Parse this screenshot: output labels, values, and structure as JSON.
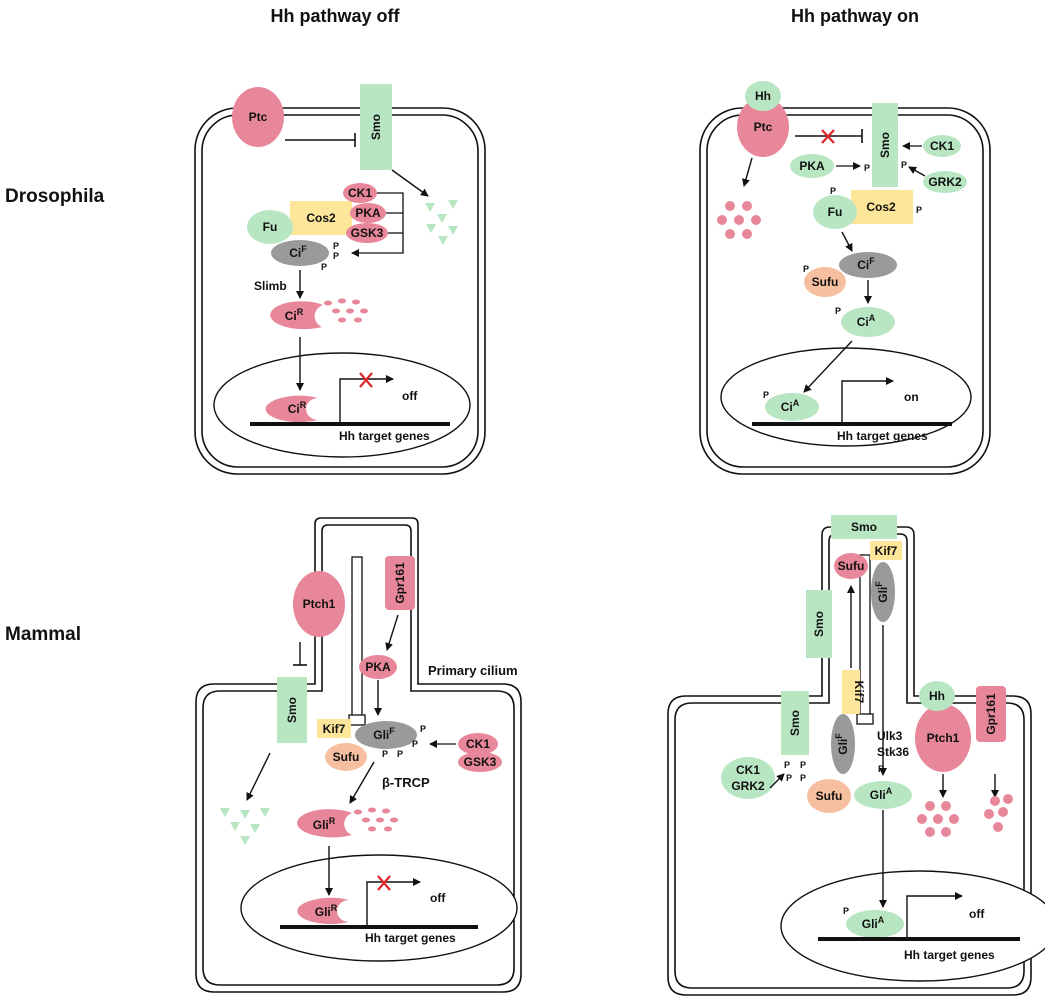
{
  "titles": {
    "off": "Hh pathway off",
    "on": "Hh pathway on"
  },
  "organisms": {
    "fly": "Drosophila",
    "mammal": "Mammal"
  },
  "captions": {
    "target_genes": "Hh target genes",
    "off": "off",
    "on": "on",
    "primary_cilium": "Primary cilium",
    "slimb": "Slimb",
    "btrcp": "β-TRCP",
    "ulk3": "Ulk3",
    "stk36": "Stk36"
  },
  "proteins": {
    "ptc": "Ptc",
    "smo": "Smo",
    "ck1": "CK1",
    "pka": "PKA",
    "gsk3": "GSK3",
    "cos2": "Cos2",
    "fu": "Fu",
    "ci": "Ci",
    "hh": "Hh",
    "grk2": "GRK2",
    "sufu": "Sufu",
    "ptch1": "Ptch1",
    "gpr161": "Gpr161",
    "kif7": "Kif7",
    "gli": "Gli"
  },
  "superscripts": {
    "full": "F",
    "repressor": "R",
    "activator": "A"
  },
  "phospho": "P",
  "colors": {
    "pink": "#e8879a",
    "green": "#b8e6c3",
    "yellow": "#fde59a",
    "gray": "#9a9a9a",
    "peach": "#f6c0a0",
    "red_x": "#e0262a"
  }
}
